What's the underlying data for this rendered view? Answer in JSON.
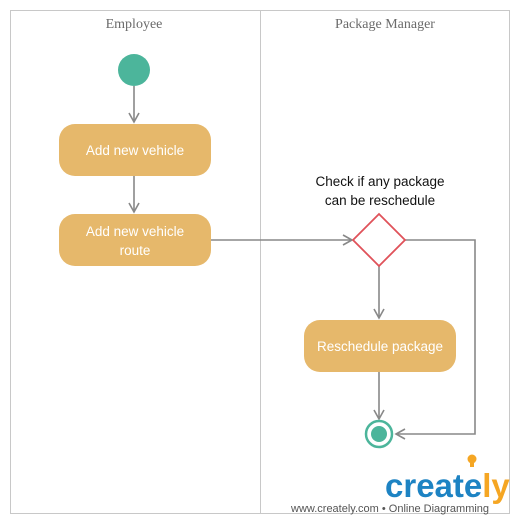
{
  "lanes": [
    {
      "title": "Employee"
    },
    {
      "title": "Package Manager"
    }
  ],
  "nodes": {
    "add_vehicle": {
      "label": "Add new vehicle"
    },
    "add_route": {
      "line1": "Add new vehicle",
      "line2": "route"
    },
    "reschedule": {
      "label": "Reschedule package"
    }
  },
  "decision": {
    "line1": "Check if any package",
    "line2": "can be reschedule"
  },
  "watermark": {
    "brand": "creately",
    "footer": "www.creately.com • Online Diagramming"
  },
  "colors": {
    "lane_border": "#c8c8c8",
    "start": "#4cb59b",
    "action_fill": "#e6b86b",
    "decision_stroke": "#e0525a",
    "edge": "#888888",
    "brand_blue": "#1d83c3",
    "brand_orange": "#f5a623"
  }
}
